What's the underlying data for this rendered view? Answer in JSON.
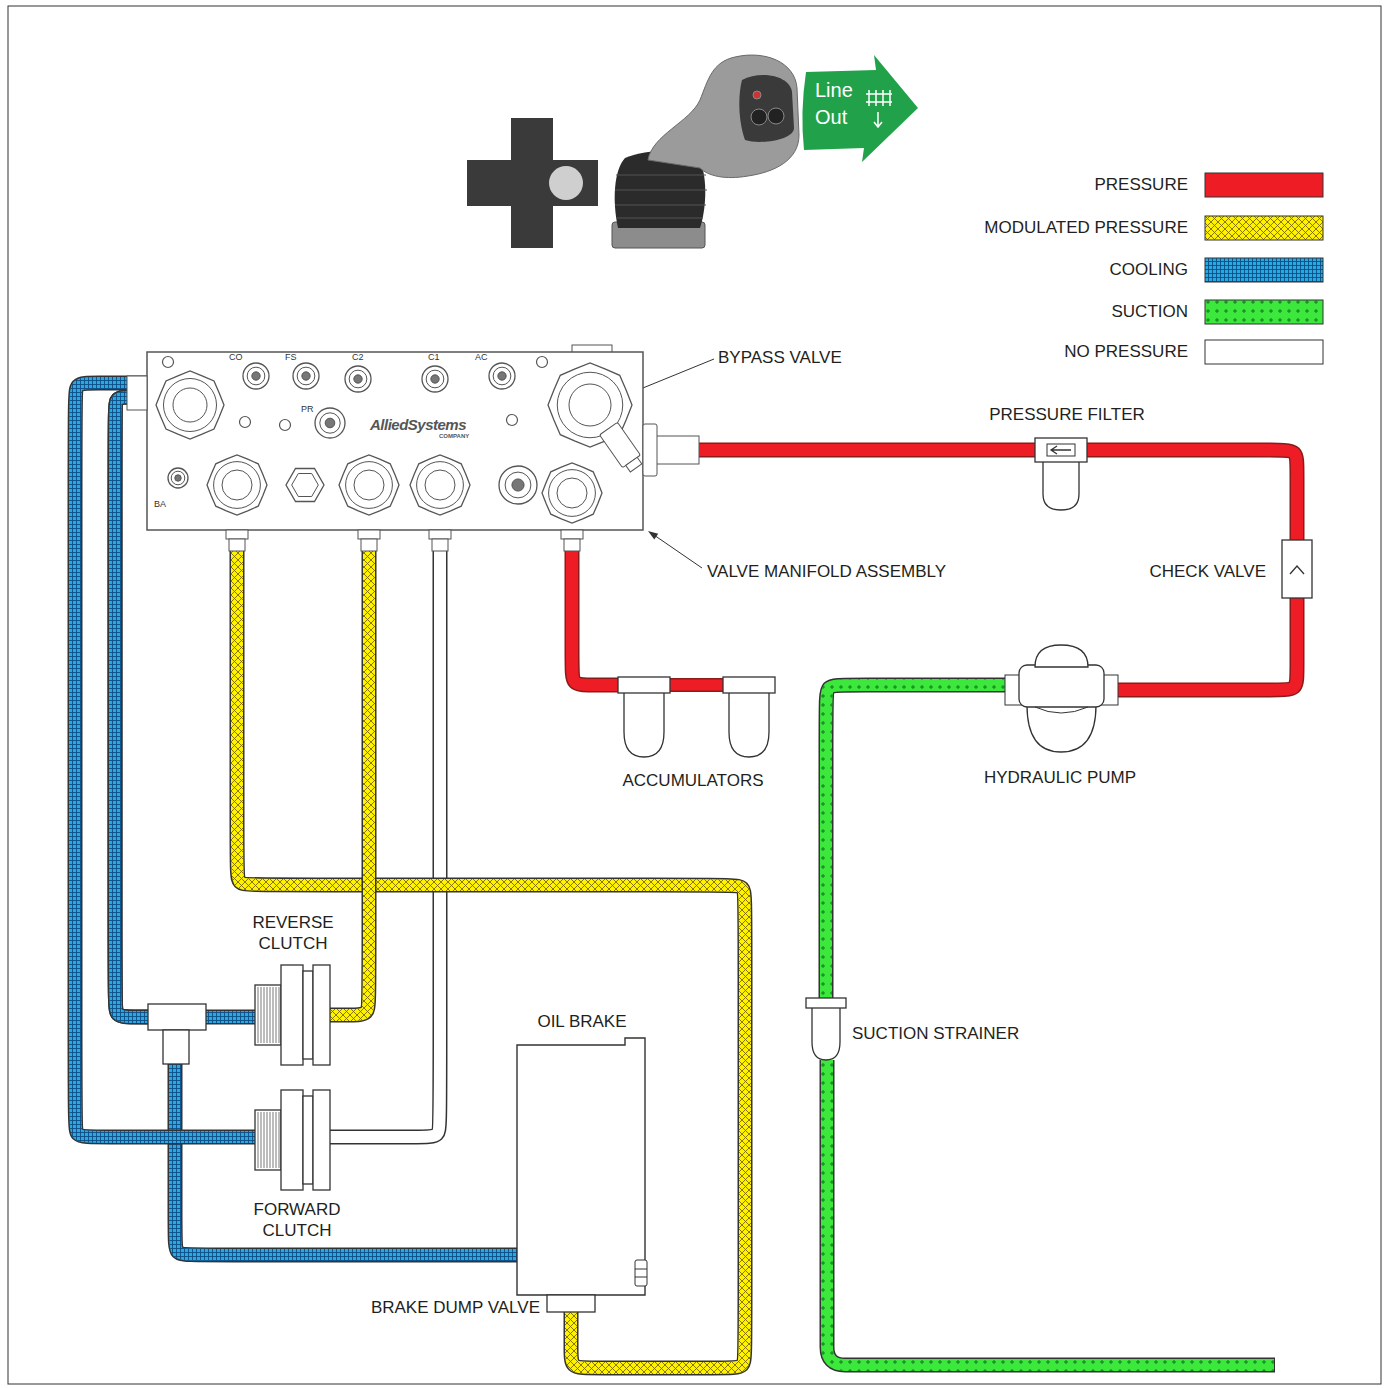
{
  "diagram": {
    "nodes": [
      {
        "text": [
          "Line Out"
        ]
      },
      {
        "text": [
          "CO",
          "FS",
          "C2",
          "C1",
          "AC",
          "PR",
          "BA",
          "AlliedSystems",
          "COMPANY"
        ]
      },
      {
        "text": [
          "PRESSURE FILTER"
        ]
      },
      {
        "text": [
          "CHECK VALVE"
        ]
      },
      {
        "text": [
          "HYDRAULIC PUMP"
        ]
      },
      {
        "text": [
          "ACCUMULATORS"
        ]
      },
      {
        "text": [
          "REVERSE CLUTCH"
        ]
      },
      {
        "text": [
          "OIL BRAKE"
        ]
      },
      {
        "text": [
          "FORWARD CLUTCH"
        ]
      },
      {
        "text": [
          "SUCTION STRAINER"
        ]
      },
      {
        "text": [
          "BRAKE DUMP VALVE"
        ]
      }
    ],
    "edges": [
      {
        "from": 4,
        "to": 3,
        "arrow": "none"
      },
      {
        "from": 3,
        "to": 2,
        "arrow": "none"
      },
      {
        "from": 2,
        "to": 1,
        "arrow": "none"
      },
      {
        "from": 1,
        "to": 5,
        "arrow": "none"
      },
      {
        "from": 1,
        "to": 10,
        "arrow": "none"
      },
      {
        "from": 1,
        "to": 6,
        "arrow": "none"
      },
      {
        "from": 1,
        "to": 8,
        "arrow": "none"
      },
      {
        "from": 1,
        "to": 6,
        "arrow": "none"
      },
      {
        "from": 1,
        "to": 7,
        "arrow": "none"
      },
      {
        "from": 1,
        "to": 8,
        "arrow": "none"
      },
      {
        "from": 9,
        "to": 4,
        "arrow": "none"
      }
    ],
    "labels": [
      "BYPASS VALVE",
      "VALVE MANIFOLD ASSEMBLY"
    ],
    "legend": [
      {
        "text": "PRESSURE",
        "color": "#ee1c25"
      },
      {
        "text": "MODULATED PRESSURE",
        "color": "#fff200"
      },
      {
        "text": "COOLING",
        "color": "#27a9e1"
      },
      {
        "text": "SUCTION",
        "color": "#3de83d"
      },
      {
        "text": "NO PRESSURE",
        "color": "#ffffff"
      }
    ]
  }
}
